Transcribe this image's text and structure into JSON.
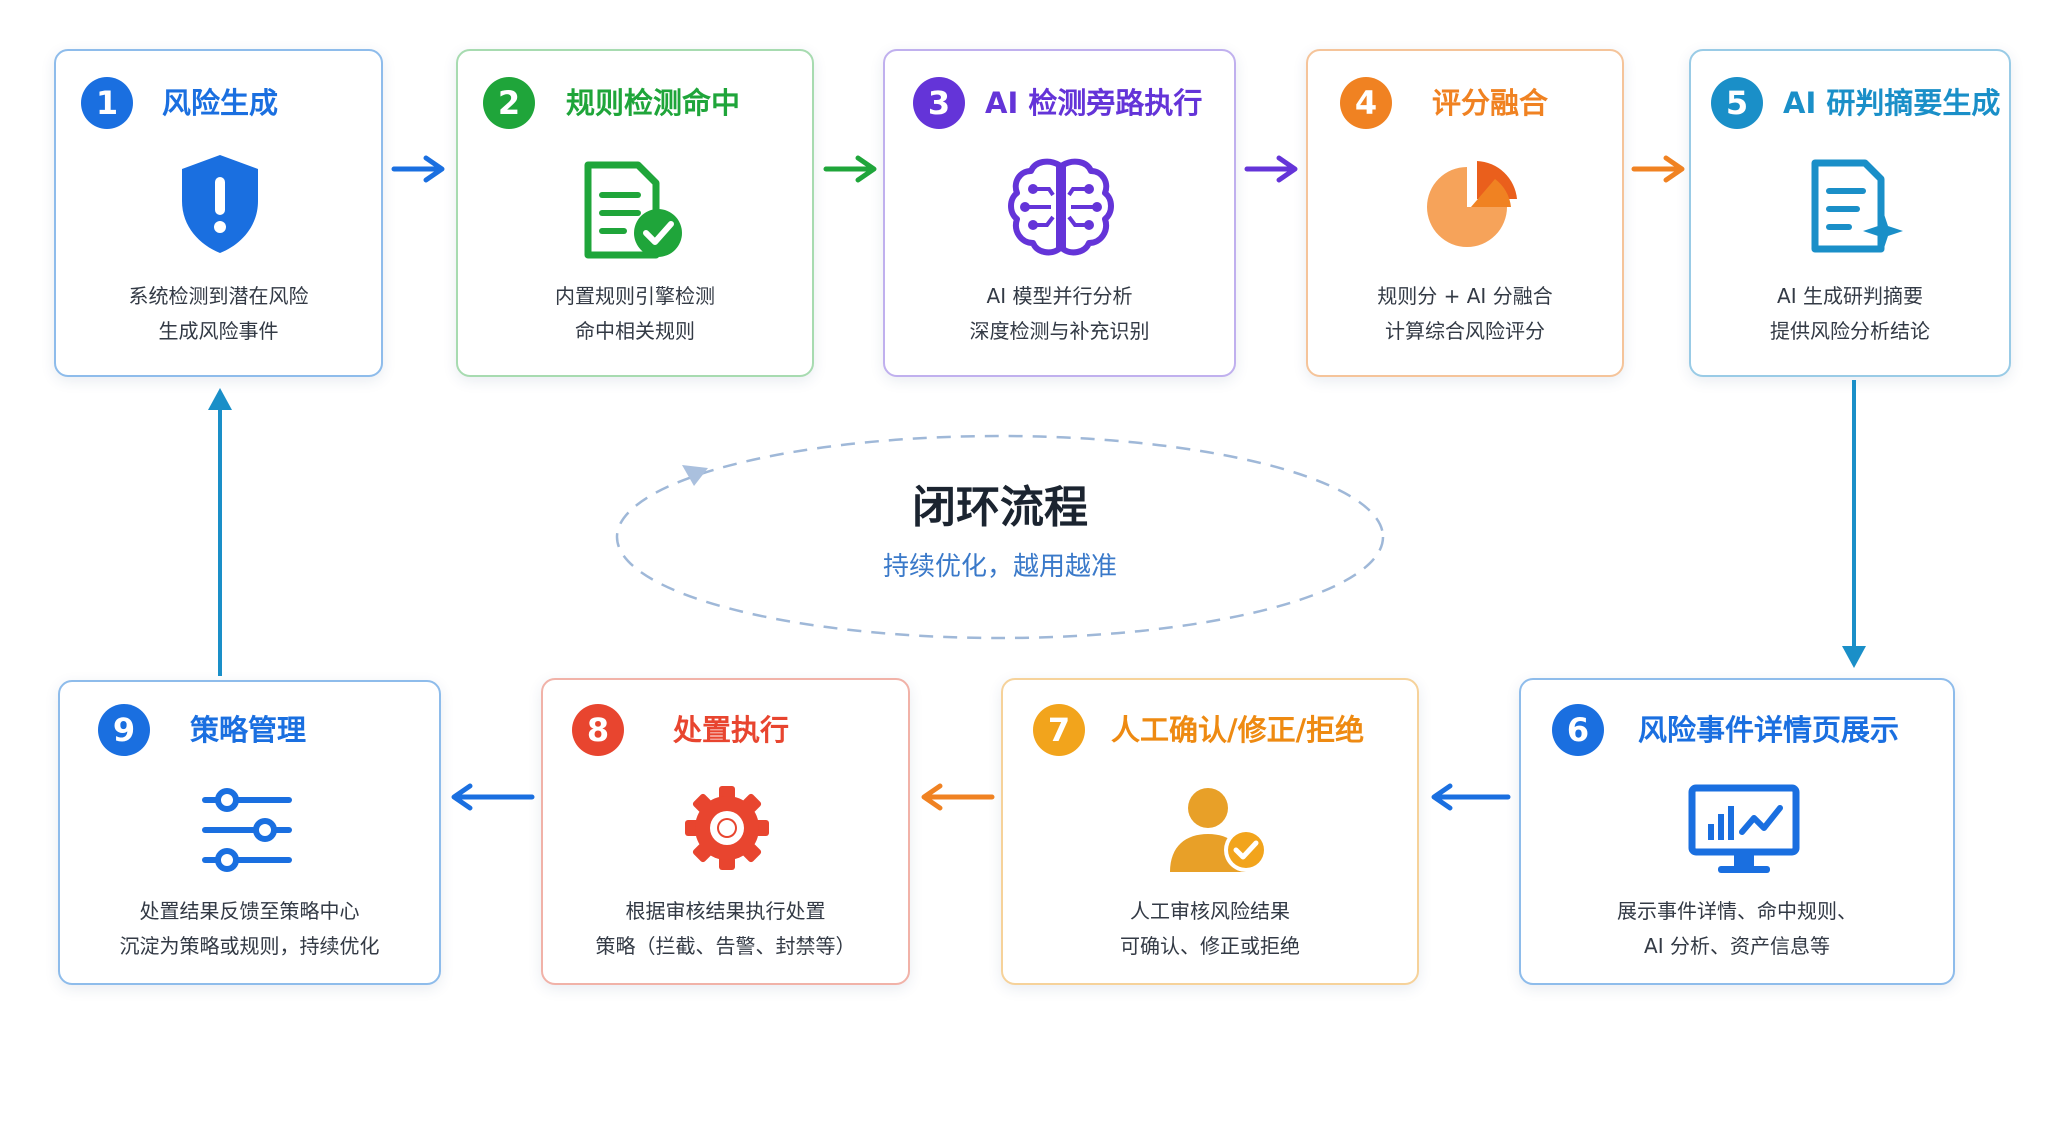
{
  "center": {
    "title": "闭环流程",
    "subtitle": "持续优化，越用越准"
  },
  "colors": {
    "blue": "#1a6fe0",
    "green": "#1fa53a",
    "purple": "#6434d8",
    "orange": "#f08222",
    "teal": "#1a8fc8",
    "red": "#e8452f",
    "amber": "#f2a41c"
  },
  "steps": [
    {
      "number": "1",
      "title": "风险生成",
      "icon": "shield-alert-icon",
      "line1": "系统检测到潜在风险",
      "line2": "生成风险事件"
    },
    {
      "number": "2",
      "title": "规则检测命中",
      "icon": "document-check-icon",
      "line1": "内置规则引擎检测",
      "line2": "命中相关规则"
    },
    {
      "number": "3",
      "title": "AI 检测旁路执行",
      "icon": "brain-circuit-icon",
      "line1": "AI 模型并行分析",
      "line2": "深度检测与补充识别"
    },
    {
      "number": "4",
      "title": "评分融合",
      "icon": "pie-chart-icon",
      "line1": "规则分 + AI 分融合",
      "line2": "计算综合风险评分"
    },
    {
      "number": "5",
      "title": "AI 研判摘要生成",
      "icon": "document-sparkle-icon",
      "line1": "AI 生成研判摘要",
      "line2": "提供风险分析结论"
    },
    {
      "number": "6",
      "title": "风险事件详情页展示",
      "icon": "monitor-chart-icon",
      "line1": "展示事件详情、命中规则、",
      "line2": "AI 分析、资产信息等"
    },
    {
      "number": "7",
      "title": "人工确认/修正/拒绝",
      "icon": "user-check-icon",
      "line1": "人工审核风险结果",
      "line2": "可确认、修正或拒绝"
    },
    {
      "number": "8",
      "title": "处置执行",
      "icon": "gear-icon",
      "line1": "根据审核结果执行处置",
      "line2": "策略（拦截、告警、封禁等）"
    },
    {
      "number": "9",
      "title": "策略管理",
      "icon": "sliders-icon",
      "line1": "处置结果反馈至策略中心",
      "line2": "沉淀为策略或规则，持续优化"
    }
  ]
}
